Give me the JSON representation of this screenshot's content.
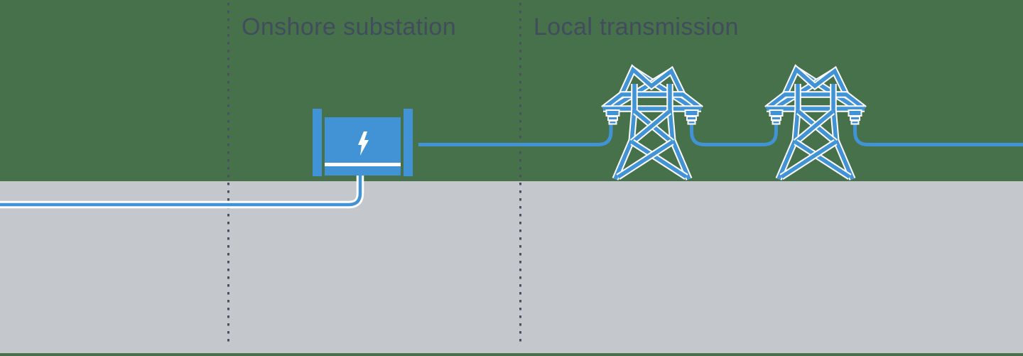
{
  "sections": [
    {
      "label": "Onshore substation"
    },
    {
      "label": "Local transmission"
    }
  ],
  "icons": {
    "substation": "transformer-lightning-icon",
    "tower": "transmission-tower-icon",
    "bolt": "lightning-bolt-icon",
    "cable": "export-cable"
  },
  "colors": {
    "ground_green": "#47714B",
    "underground_gray": "#C4C7CB",
    "accent_blue": "#4193D6",
    "cable_outline_white": "#FFFFFF",
    "label_text": "#414D5D",
    "divider_dots": "#47515F"
  }
}
